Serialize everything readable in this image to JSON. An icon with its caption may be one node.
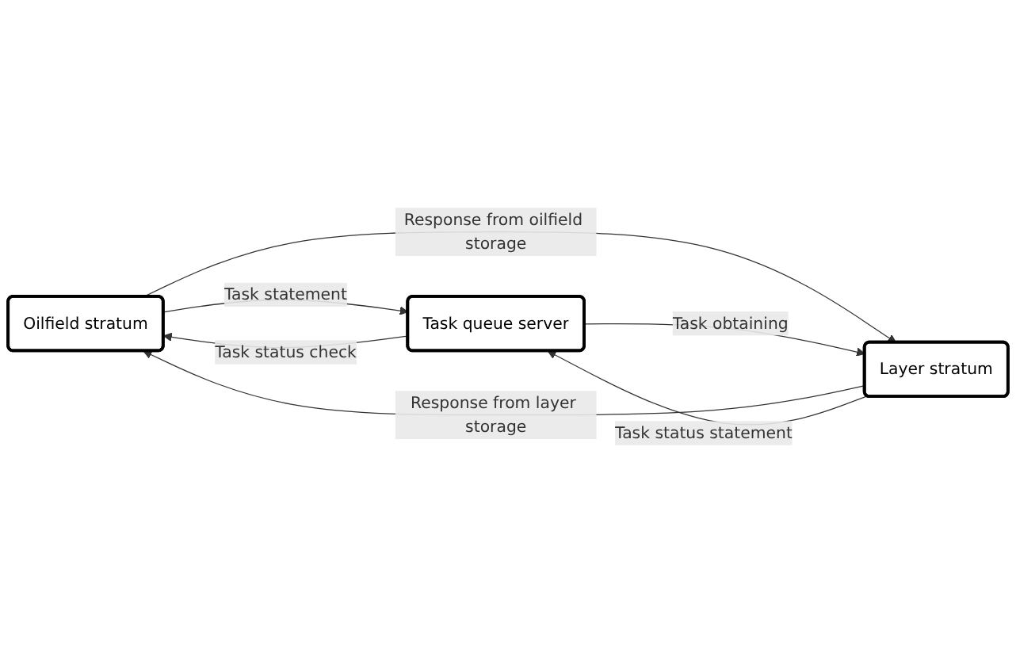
{
  "diagram": {
    "nodes": [
      {
        "text": [
          "Oilfield stratum"
        ]
      },
      {
        "text": [
          "Layer stratum"
        ]
      },
      {
        "text": [
          "Task queue server"
        ]
      }
    ],
    "edges": [
      {
        "from": 0,
        "to": 2,
        "arrow": "to",
        "label": "Task statement"
      },
      {
        "from": 2,
        "to": 0,
        "arrow": "to",
        "label": "Task status check"
      },
      {
        "from": 0,
        "to": 1,
        "arrow": "to",
        "label": "Response from oilfield storage"
      },
      {
        "from": 1,
        "to": 0,
        "arrow": "to",
        "label": "Response from layer storage"
      },
      {
        "from": 1,
        "to": 2,
        "arrow": "to",
        "label": "Task status statement"
      },
      {
        "from": 2,
        "to": 1,
        "arrow": "to",
        "label": "Task obtaining"
      }
    ]
  }
}
